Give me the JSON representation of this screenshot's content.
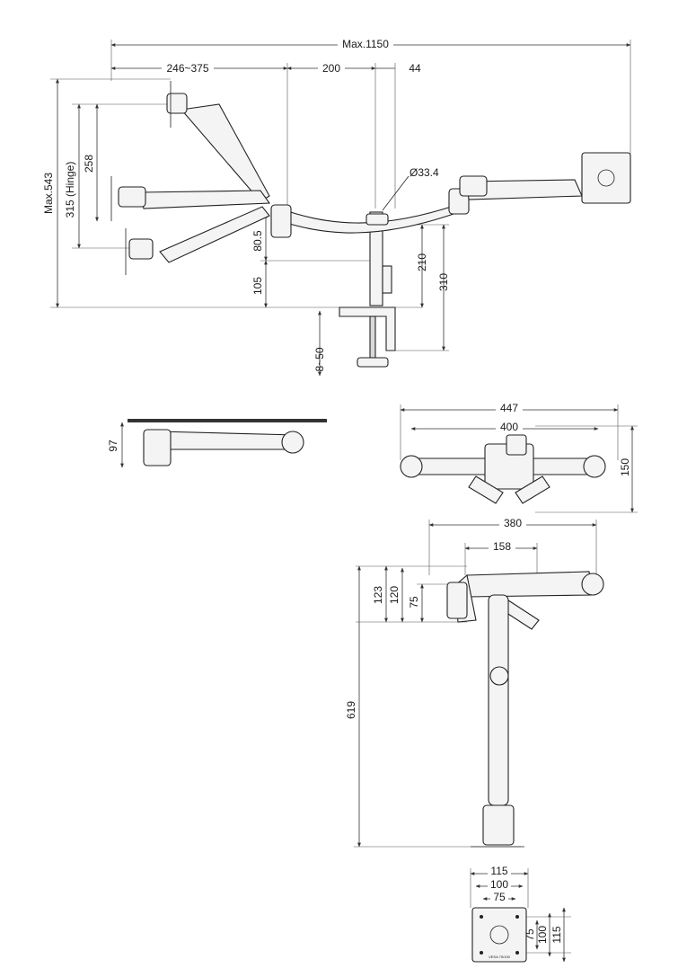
{
  "side_view": {
    "max_width": "Max.1150",
    "reach": "246~375",
    "offset": "200",
    "pole_offset": "44",
    "pole_diameter": "Ø33.4",
    "max_height": "Max.543",
    "hinge_height": "315 (Hinge)",
    "tilt_height": "258",
    "arm_height": "80.5",
    "base_height": "105",
    "arm_to_desk": "210",
    "arm_to_clamp": "310",
    "clamp_range": "8~50"
  },
  "top_view": {
    "depth": "97"
  },
  "rear_view": {
    "overall": "447",
    "inner": "400",
    "height": "150"
  },
  "plan_view": {
    "width": "380",
    "inner": "158",
    "h1": "123",
    "h2": "120",
    "h3": "75",
    "length": "619"
  },
  "vesa_plate": {
    "outer_w": "115",
    "mid_w": "100",
    "inner_w": "75",
    "inner_h": "75",
    "mid_h": "100",
    "outer_h": "115",
    "label_text": "VESA 75/100"
  }
}
